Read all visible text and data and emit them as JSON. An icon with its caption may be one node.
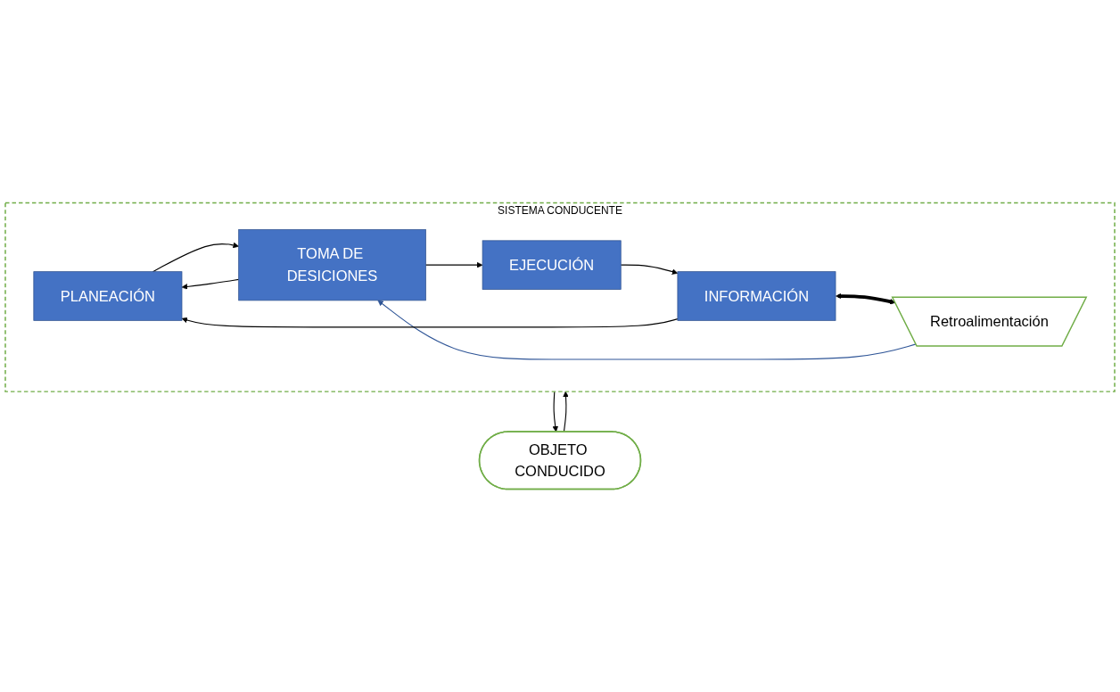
{
  "diagram": {
    "nodes": [
      {
        "text": [
          "SISTEMA CONDUCENTE"
        ]
      },
      {
        "text": [
          "PLANEACIÓN"
        ],
        "in": 0
      },
      {
        "text": [
          "TOMA DE DESICIONES"
        ],
        "in": 0
      },
      {
        "text": [
          "Retroalimentación"
        ],
        "in": 0
      },
      {
        "text": [
          "INFORMACIÓN"
        ],
        "in": 0
      },
      {
        "text": [
          "EJECUCIÓN"
        ],
        "in": 0
      },
      {
        "text": [
          "OBJETO CONDUCIDO"
        ]
      }
    ],
    "edges": [
      {
        "from": 2,
        "to": 1,
        "arrow": "to"
      },
      {
        "from": 1,
        "to": 2,
        "arrow": "to"
      },
      {
        "from": 3,
        "to": 2,
        "arrow": "to",
        "color": "#2f5597"
      },
      {
        "from": 2,
        "to": 5,
        "arrow": "to"
      },
      {
        "from": 4,
        "to": 3,
        "arrow": "both",
        "style": "thick"
      },
      {
        "from": 5,
        "to": 4,
        "arrow": "to"
      },
      {
        "from": 4,
        "to": 1,
        "arrow": "to"
      },
      {
        "from": 6,
        "to": 0,
        "arrow": "to"
      },
      {
        "from": 0,
        "to": 6,
        "arrow": "to"
      }
    ]
  }
}
